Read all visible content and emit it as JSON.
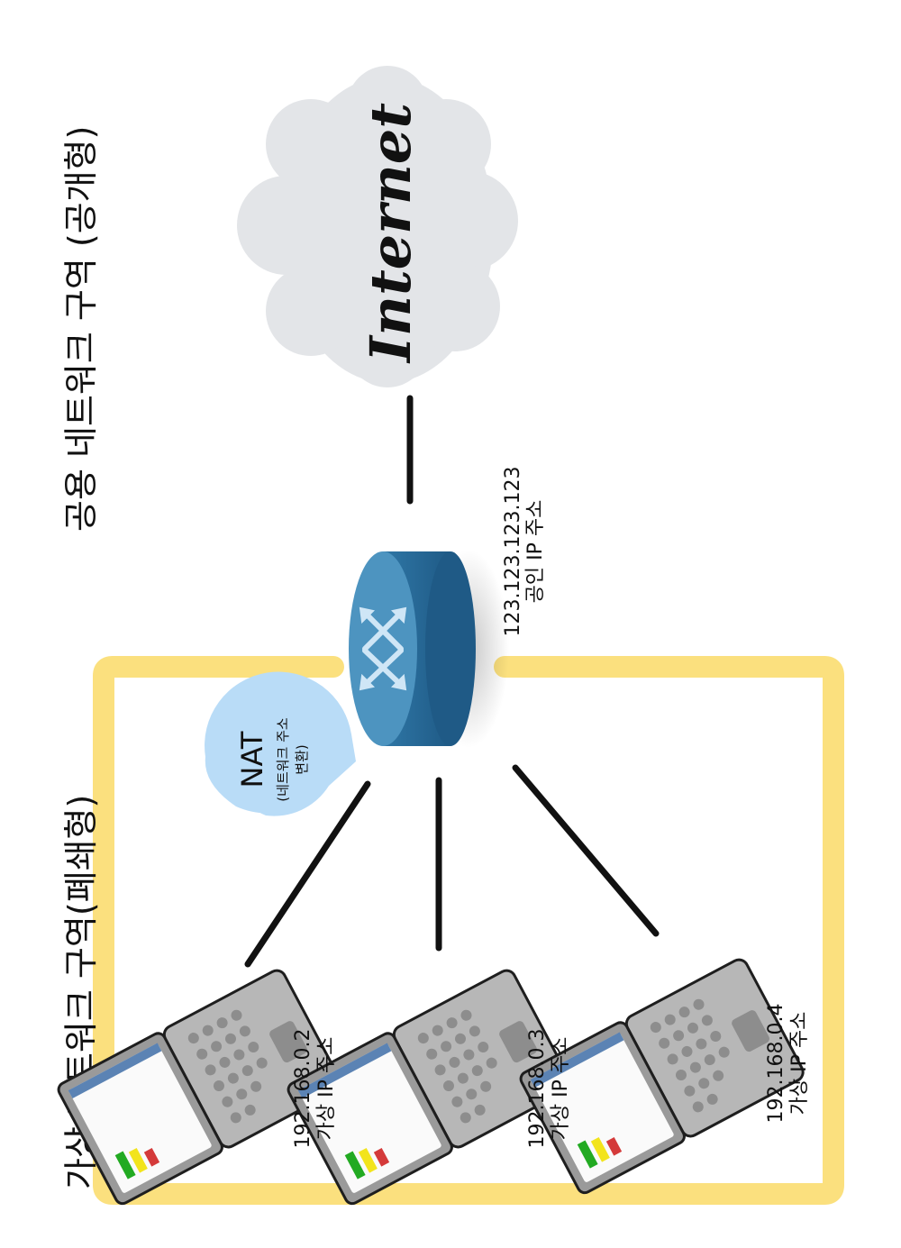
{
  "public_zone": {
    "title": "공용 네트워크 구역 (공개형)"
  },
  "private_zone": {
    "title": "가상 네트워크 구역(폐쇄형)"
  },
  "internet": {
    "label": "Internet"
  },
  "router": {
    "ip": "123.123.123.123",
    "ip_type": "공인 IP 주소"
  },
  "nat": {
    "title": "NAT",
    "desc_line1": "(네트워크 주소",
    "desc_line2": "변환)"
  },
  "hosts": [
    {
      "ip": "192.168.0.2",
      "ip_type": "가상 IP 주소"
    },
    {
      "ip": "192.168.0.3",
      "ip_type": "가상 IP 주소"
    },
    {
      "ip": "192.168.0.4",
      "ip_type": "가상 IP 주소"
    }
  ],
  "colors": {
    "zone_border": "#fbe07e",
    "cloud": "#e3e5e8",
    "router_top": "#4d94c0",
    "router_body": "#2a6c99",
    "nat_bubble": "#b9dcf7",
    "laptop_body": "#b3b3b3",
    "laptop_screen_edge": "#5b83b4",
    "link": "#111111"
  },
  "icons": [
    "cloud-icon",
    "router-icon",
    "laptop-icon"
  ]
}
